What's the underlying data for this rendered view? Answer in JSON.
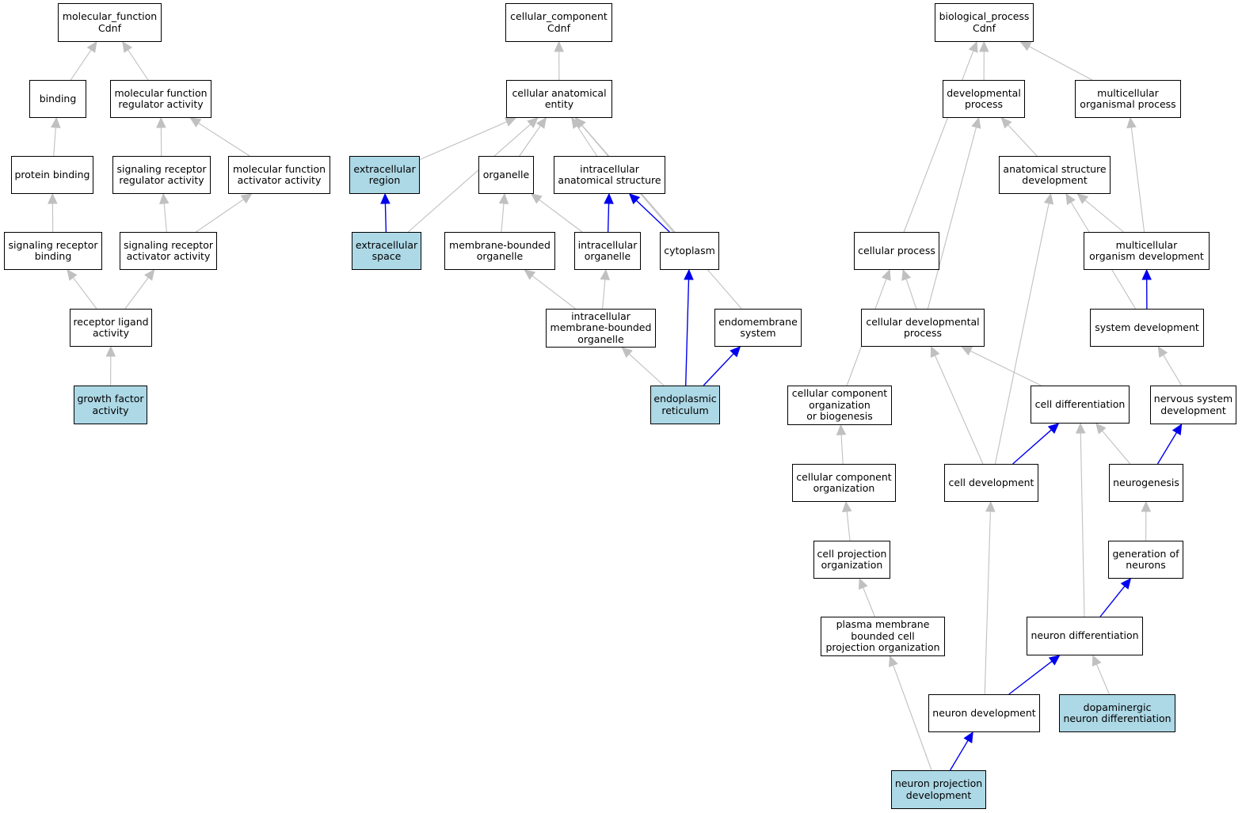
{
  "colors": {
    "highlight_fill": "#add8e6",
    "node_fill": "#ffffff",
    "border": "#000000",
    "edge_default": "#c0c0c0",
    "edge_path": "#0000ee"
  },
  "nodes": [
    {
      "id": "mf",
      "label": "molecular_function\nCdnf",
      "highlighted": false
    },
    {
      "id": "binding",
      "label": "binding",
      "highlighted": false
    },
    {
      "id": "mfreg",
      "label": "molecular function\nregulator activity",
      "highlighted": false
    },
    {
      "id": "protbind",
      "label": "protein binding",
      "highlighted": false
    },
    {
      "id": "sigrecreg",
      "label": "signaling receptor\nregulator activity",
      "highlighted": false
    },
    {
      "id": "mfact",
      "label": "molecular function\nactivator activity",
      "highlighted": false
    },
    {
      "id": "sigrecbind",
      "label": "signaling receptor\nbinding",
      "highlighted": false
    },
    {
      "id": "sigrecact",
      "label": "signaling receptor\nactivator activity",
      "highlighted": false
    },
    {
      "id": "recligand",
      "label": "receptor ligand\nactivity",
      "highlighted": false
    },
    {
      "id": "growth",
      "label": "growth factor\nactivity",
      "highlighted": true
    },
    {
      "id": "cc",
      "label": "cellular_component\nCdnf",
      "highlighted": false
    },
    {
      "id": "cae",
      "label": "cellular anatomical\nentity",
      "highlighted": false
    },
    {
      "id": "extreg",
      "label": "extracellular\nregion",
      "highlighted": true
    },
    {
      "id": "organelle",
      "label": "organelle",
      "highlighted": false
    },
    {
      "id": "ias",
      "label": "intracellular\nanatomical structure",
      "highlighted": false
    },
    {
      "id": "extspace",
      "label": "extracellular\nspace",
      "highlighted": true
    },
    {
      "id": "mbo",
      "label": "membrane-bounded\norganelle",
      "highlighted": false
    },
    {
      "id": "io",
      "label": "intracellular\norganelle",
      "highlighted": false
    },
    {
      "id": "cyto",
      "label": "cytoplasm",
      "highlighted": false
    },
    {
      "id": "imbo",
      "label": "intracellular\nmembrane-bounded\norganelle",
      "highlighted": false
    },
    {
      "id": "endomem",
      "label": "endomembrane\nsystem",
      "highlighted": false
    },
    {
      "id": "er",
      "label": "endoplasmic\nreticulum",
      "highlighted": true
    },
    {
      "id": "bp",
      "label": "biological_process\nCdnf",
      "highlighted": false
    },
    {
      "id": "devproc",
      "label": "developmental\nprocess",
      "highlighted": false
    },
    {
      "id": "multiproc",
      "label": "multicellular\norganismal process",
      "highlighted": false
    },
    {
      "id": "asd",
      "label": "anatomical structure\ndevelopment",
      "highlighted": false
    },
    {
      "id": "cellproc",
      "label": "cellular process",
      "highlighted": false
    },
    {
      "id": "mod",
      "label": "multicellular\norganism development",
      "highlighted": false
    },
    {
      "id": "cdp",
      "label": "cellular developmental\nprocess",
      "highlighted": false
    },
    {
      "id": "sysdev",
      "label": "system development",
      "highlighted": false
    },
    {
      "id": "ccob",
      "label": "cellular component\norganization\nor biogenesis",
      "highlighted": false
    },
    {
      "id": "celldiff",
      "label": "cell differentiation",
      "highlighted": false
    },
    {
      "id": "nsd",
      "label": "nervous system\ndevelopment",
      "highlighted": false
    },
    {
      "id": "cco",
      "label": "cellular component\norganization",
      "highlighted": false
    },
    {
      "id": "celldev",
      "label": "cell development",
      "highlighted": false
    },
    {
      "id": "neurogen",
      "label": "neurogenesis",
      "highlighted": false
    },
    {
      "id": "cpo",
      "label": "cell projection\norganization",
      "highlighted": false
    },
    {
      "id": "genneu",
      "label": "generation of\nneurons",
      "highlighted": false
    },
    {
      "id": "pmbcpo",
      "label": "plasma membrane\nbounded cell\nprojection organization",
      "highlighted": false
    },
    {
      "id": "neudiff",
      "label": "neuron differentiation",
      "highlighted": false
    },
    {
      "id": "neudev",
      "label": "neuron development",
      "highlighted": false
    },
    {
      "id": "dopa",
      "label": "dopaminergic\nneuron differentiation",
      "highlighted": true
    },
    {
      "id": "npd",
      "label": "neuron projection\ndevelopment",
      "highlighted": true
    }
  ],
  "edges": [
    {
      "from": "binding",
      "to": "mf",
      "on_path": false
    },
    {
      "from": "mfreg",
      "to": "mf",
      "on_path": false
    },
    {
      "from": "protbind",
      "to": "binding",
      "on_path": false
    },
    {
      "from": "sigrecreg",
      "to": "mfreg",
      "on_path": false
    },
    {
      "from": "mfact",
      "to": "mfreg",
      "on_path": false
    },
    {
      "from": "sigrecbind",
      "to": "protbind",
      "on_path": false
    },
    {
      "from": "sigrecact",
      "to": "sigrecreg",
      "on_path": false
    },
    {
      "from": "sigrecact",
      "to": "mfact",
      "on_path": false
    },
    {
      "from": "recligand",
      "to": "sigrecbind",
      "on_path": false
    },
    {
      "from": "recligand",
      "to": "sigrecact",
      "on_path": false
    },
    {
      "from": "growth",
      "to": "recligand",
      "on_path": false
    },
    {
      "from": "cae",
      "to": "cc",
      "on_path": false
    },
    {
      "from": "extreg",
      "to": "cae",
      "on_path": false
    },
    {
      "from": "organelle",
      "to": "cae",
      "on_path": false
    },
    {
      "from": "ias",
      "to": "cae",
      "on_path": false
    },
    {
      "from": "extspace",
      "to": "cae",
      "on_path": false
    },
    {
      "from": "cyto",
      "to": "cae",
      "on_path": false
    },
    {
      "from": "endomem",
      "to": "cae",
      "on_path": false
    },
    {
      "from": "extspace",
      "to": "extreg",
      "on_path": true
    },
    {
      "from": "mbo",
      "to": "organelle",
      "on_path": false
    },
    {
      "from": "io",
      "to": "organelle",
      "on_path": false
    },
    {
      "from": "io",
      "to": "ias",
      "on_path": true
    },
    {
      "from": "cyto",
      "to": "ias",
      "on_path": true
    },
    {
      "from": "imbo",
      "to": "mbo",
      "on_path": false
    },
    {
      "from": "imbo",
      "to": "io",
      "on_path": false
    },
    {
      "from": "er",
      "to": "imbo",
      "on_path": false
    },
    {
      "from": "er",
      "to": "cyto",
      "on_path": true
    },
    {
      "from": "er",
      "to": "endomem",
      "on_path": true
    },
    {
      "from": "devproc",
      "to": "bp",
      "on_path": false
    },
    {
      "from": "multiproc",
      "to": "bp",
      "on_path": false
    },
    {
      "from": "cellproc",
      "to": "bp",
      "on_path": false
    },
    {
      "from": "asd",
      "to": "devproc",
      "on_path": false
    },
    {
      "from": "cdp",
      "to": "devproc",
      "on_path": false
    },
    {
      "from": "mod",
      "to": "multiproc",
      "on_path": false
    },
    {
      "from": "mod",
      "to": "asd",
      "on_path": false
    },
    {
      "from": "sysdev",
      "to": "asd",
      "on_path": false
    },
    {
      "from": "celldev",
      "to": "asd",
      "on_path": false
    },
    {
      "from": "sysdev",
      "to": "mod",
      "on_path": true
    },
    {
      "from": "cdp",
      "to": "cellproc",
      "on_path": false
    },
    {
      "from": "ccob",
      "to": "cellproc",
      "on_path": false
    },
    {
      "from": "celldiff",
      "to": "cdp",
      "on_path": false
    },
    {
      "from": "celldev",
      "to": "cdp",
      "on_path": false
    },
    {
      "from": "nsd",
      "to": "sysdev",
      "on_path": false
    },
    {
      "from": "cco",
      "to": "ccob",
      "on_path": false
    },
    {
      "from": "celldev",
      "to": "celldiff",
      "on_path": true
    },
    {
      "from": "neurogen",
      "to": "celldiff",
      "on_path": false
    },
    {
      "from": "neudiff",
      "to": "celldiff",
      "on_path": false
    },
    {
      "from": "neurogen",
      "to": "nsd",
      "on_path": true
    },
    {
      "from": "cpo",
      "to": "cco",
      "on_path": false
    },
    {
      "from": "genneu",
      "to": "neurogen",
      "on_path": false
    },
    {
      "from": "pmbcpo",
      "to": "cpo",
      "on_path": false
    },
    {
      "from": "neudiff",
      "to": "genneu",
      "on_path": true
    },
    {
      "from": "neudev",
      "to": "neudiff",
      "on_path": true
    },
    {
      "from": "dopa",
      "to": "neudiff",
      "on_path": false
    },
    {
      "from": "neudev",
      "to": "celldev",
      "on_path": false
    },
    {
      "from": "npd",
      "to": "neudev",
      "on_path": true
    },
    {
      "from": "npd",
      "to": "pmbcpo",
      "on_path": false
    }
  ]
}
